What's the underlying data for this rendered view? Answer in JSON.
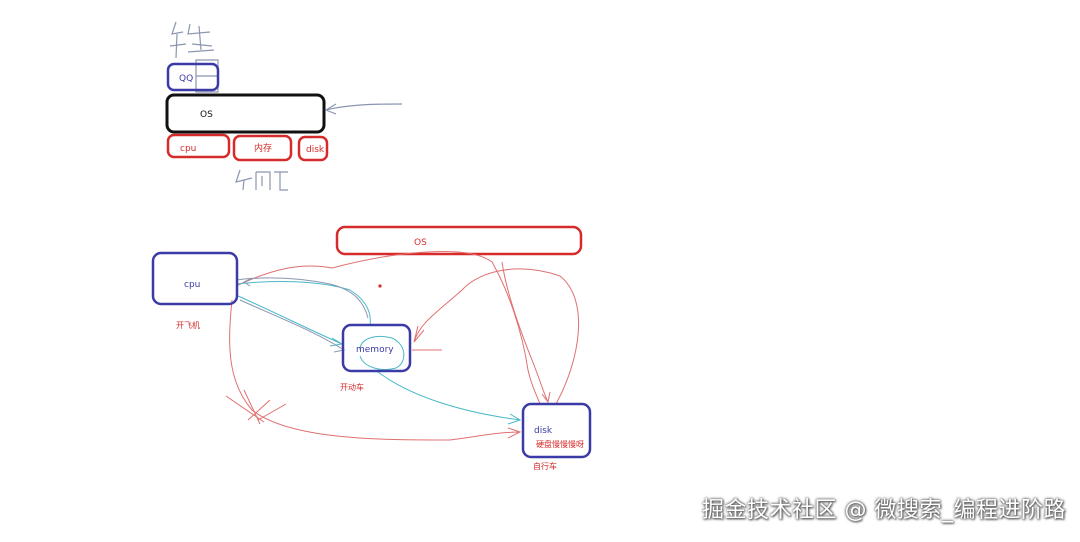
{
  "top": {
    "handwritten_top": "软件",
    "handwritten_bottom": "硬件",
    "box_qq": "QQ",
    "box_os": "OS",
    "box_cpu": "cpu",
    "box_mem": "内存",
    "box_disk": "disk"
  },
  "bottom": {
    "os_label": "OS",
    "cpu_label": "cpu",
    "cpu_caption": "开飞机",
    "memory_label": "memory",
    "memory_caption": "开动车",
    "disk_label": "disk",
    "disk_inner": "硬盘慢慢慢呀",
    "disk_caption": "自行车"
  },
  "watermark": "掘金技术社区 @ 微搜索_编程进阶路",
  "colors": {
    "blue": "#3b3ba8",
    "red": "#d62b2b",
    "black": "#111111",
    "pen_red": "#e07070",
    "pen_cyan": "#48b8c8",
    "pen_gray": "#8a96b0"
  }
}
